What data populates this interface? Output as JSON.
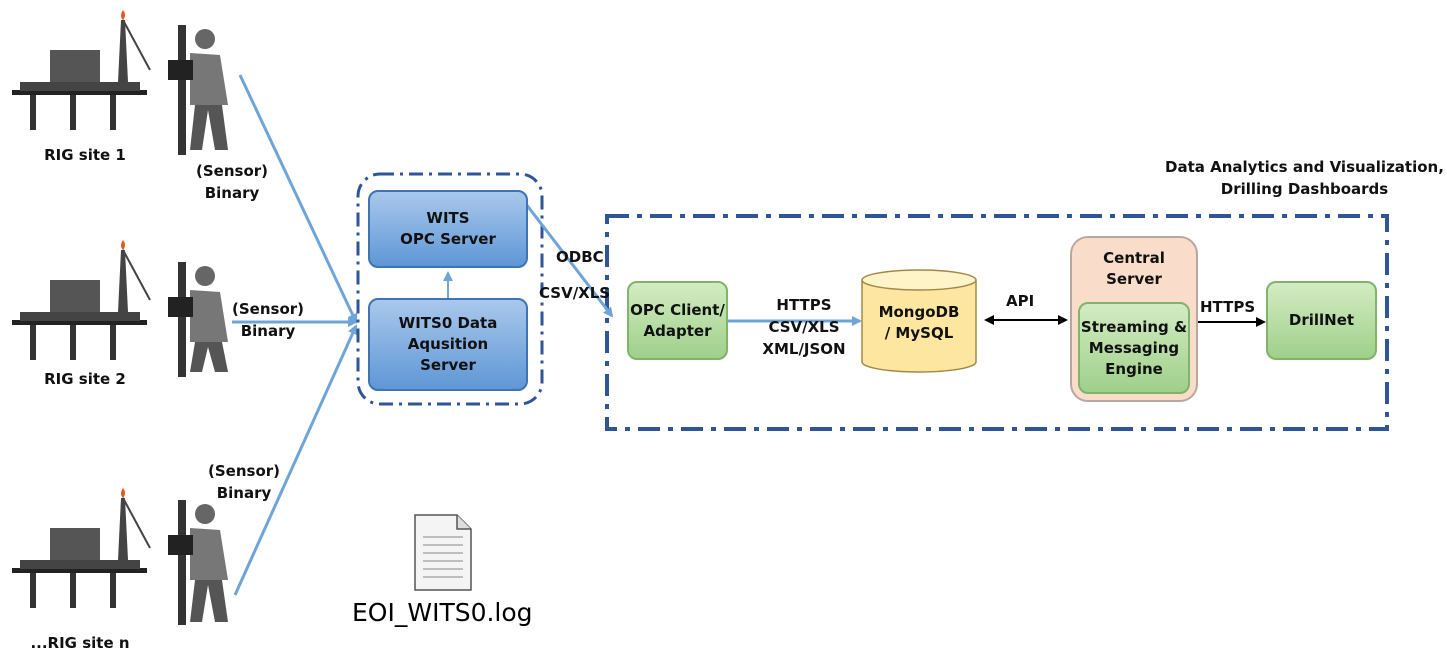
{
  "rigs": [
    {
      "label": "RIG site 1"
    },
    {
      "label": "RIG site 2"
    },
    {
      "label": "...RIG site n"
    }
  ],
  "links": [
    {
      "label": "(Sensor)\nBinary"
    },
    {
      "label": "(Sensor)\nBinary"
    },
    {
      "label": "(Sensor)\nBinary"
    }
  ],
  "acquisition": {
    "opc_server": "WITS\nOPC Server",
    "data_server": "WITS0 Data\nAqusition\nServer"
  },
  "log_file": {
    "name": "EOI_WITS0.log",
    "icon": "document-icon"
  },
  "transfer": {
    "odbc": "ODBC",
    "csv": "CSV/XLS"
  },
  "analytics": {
    "title": "Data Analytics and Visualization,\nDrilling Dashboards",
    "opc_client": "OPC Client/\nAdapter",
    "https_formats": "HTTPS\nCSV/XLS\nXML/JSON",
    "database": "MongoDB\n/ MySQL",
    "api": "API",
    "central_server": "Central\nServer",
    "streaming": "Streaming &\nMessaging\nEngine",
    "https": "HTTPS",
    "drillnet": "DrillNet"
  },
  "colors": {
    "arrow": "#6fa4d9",
    "frame": "#2f5597",
    "box_blue": "#5f97d6",
    "box_green": "#9fd08a",
    "db_yellow": "#fde7a0",
    "central": "#f9dcc9"
  }
}
